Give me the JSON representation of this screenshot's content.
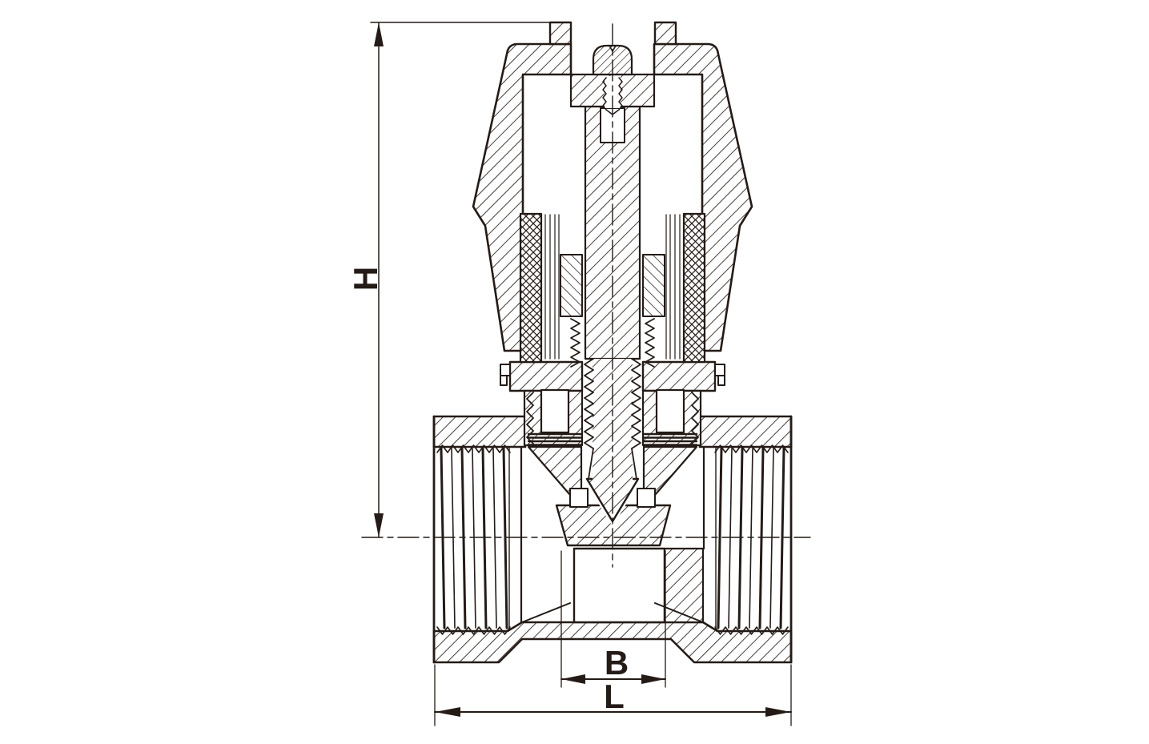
{
  "meta": {
    "title": "Stop valve sectional technical drawing",
    "drawing_type": "valve-cross-section"
  },
  "dimensions": {
    "height_label": "H",
    "bore_label": "B",
    "length_label": "L"
  },
  "style": {
    "line_color": "#241b16",
    "background_color": "#ffffff"
  }
}
